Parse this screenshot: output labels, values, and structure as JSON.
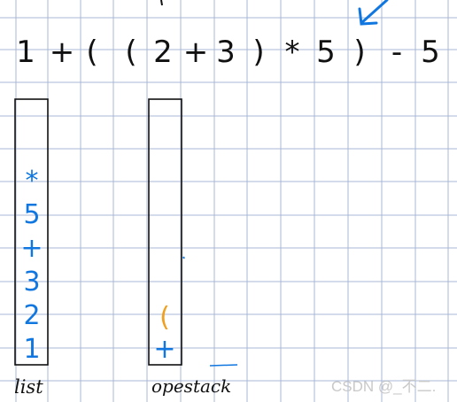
{
  "expression_tokens": [
    "1",
    "+",
    "(",
    "(",
    "2",
    "+",
    "3",
    ")",
    "*",
    "5",
    ")",
    "-",
    "5"
  ],
  "left_stack": {
    "label": "list",
    "items_bottom_to_top": [
      "1",
      "2",
      "3",
      "+",
      "5",
      "*"
    ]
  },
  "right_stack": {
    "label": "opestack",
    "items_bottom_to_top": [
      "+",
      "("
    ]
  },
  "watermark": "CSDN @_不二.",
  "colors": {
    "grid": "#a9b7d6",
    "ink": "#111111",
    "blue_ink": "#1177e0",
    "orange_ink": "#f0a020",
    "watermark": "#c9c9c9"
  }
}
